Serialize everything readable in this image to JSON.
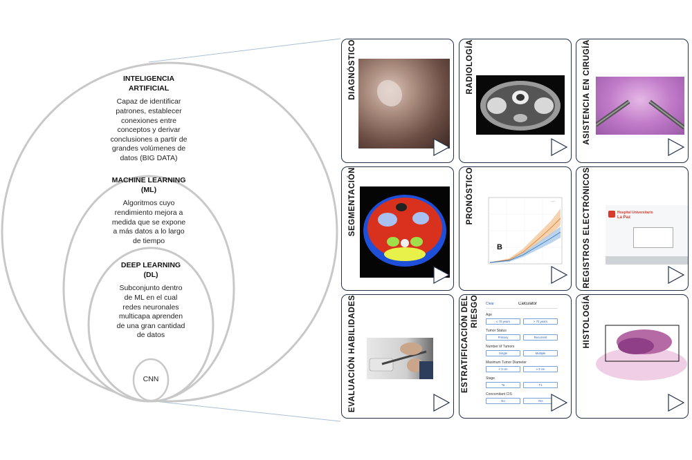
{
  "circles": {
    "ai": {
      "title": "INTELIGENCIA ARTIFICIAL",
      "text": "Capaz de identificar patrones, establecer conexiones entre conceptos y derivar conclusiones a partir de grandes volúmenes de datos (BIG DATA)"
    },
    "ml": {
      "title": "MACHINE LEARNING (ML)",
      "text": "Algoritmos cuyo rendimiento mejora a medida que se expone a más datos a lo largo de tiempo"
    },
    "dl": {
      "title": "DEEP LEARNING (DL)",
      "text": "Subconjunto dentro de ML en el cual redes neuronales multicapa aprenden de una gran cantidad de datos"
    },
    "cnn": {
      "title": "CNN"
    }
  },
  "panels": [
    {
      "label": "DIAGNÓSTICO"
    },
    {
      "label": "RADIOLOGÍA"
    },
    {
      "label": "ASISTENCIA EN CIRUGÍA"
    },
    {
      "label": "SEGMENTACIÓN"
    },
    {
      "label": "PRONÓSTICO"
    },
    {
      "label": "REGISTROS ELECTRÓNICOS"
    },
    {
      "label": "EVALUACIÓN HABILIDADES"
    },
    {
      "label": "ESTRATIFICACIÓN DEL RIESGO"
    },
    {
      "label": "HISTOLOGÍA"
    }
  ],
  "prognosis_chart": {
    "panel_letter": "B"
  },
  "ehr_screen": {
    "brand_line1": "Hospital Universitario",
    "brand_line2": "La Paz"
  },
  "calculator": {
    "clear": "Clear",
    "title": "Calculator",
    "rows": [
      {
        "label": "Age",
        "options": [
          "≤ 70 years",
          "> 70 years"
        ]
      },
      {
        "label": "Tumor Status",
        "options": [
          "Primary",
          "Recurrent"
        ]
      },
      {
        "label": "Number of Tumors",
        "options": [
          "Single",
          "Multiple"
        ]
      },
      {
        "label": "Maximum Tumor Diameter",
        "options": [
          "< 3 cm",
          "≥ 3 cm"
        ]
      },
      {
        "label": "Stage",
        "options": [
          "Ta",
          "T1"
        ]
      },
      {
        "label": "Concomitant CIS",
        "options": [
          "No",
          "Yes"
        ]
      }
    ]
  },
  "colors": {
    "panel_border": "#1f2f46",
    "circle_stroke": "#c8c8c8",
    "connector": "#a9bfd6"
  }
}
